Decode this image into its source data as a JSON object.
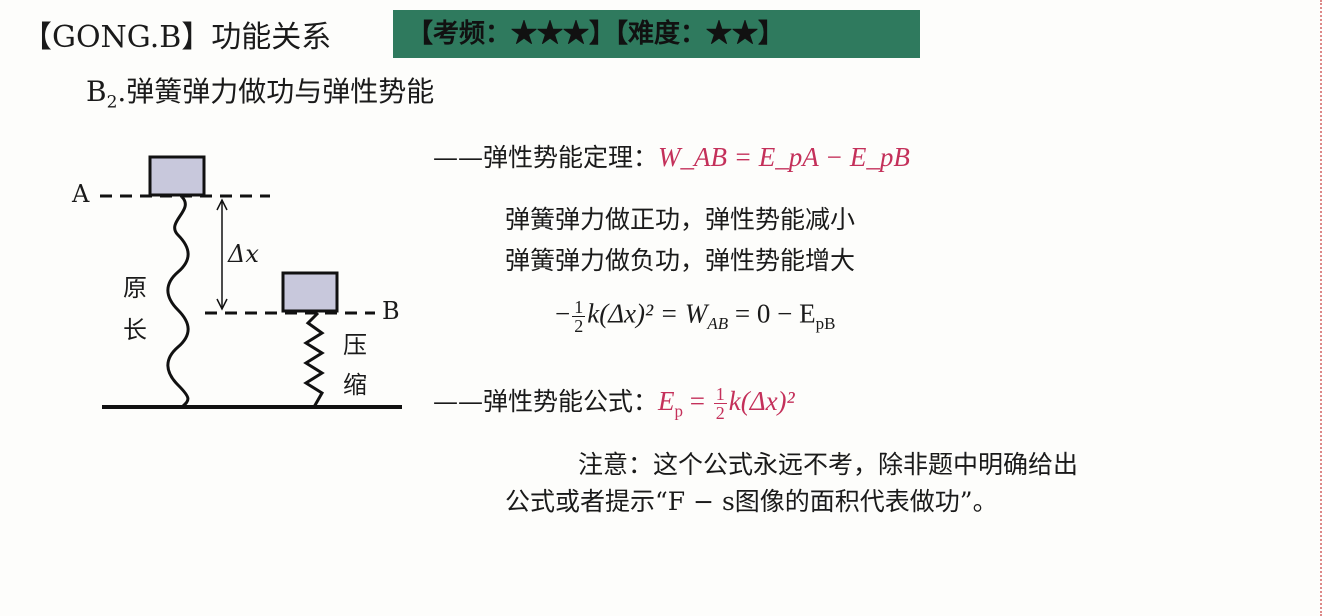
{
  "header": {
    "title": "【GONG.B】功能关系",
    "badge": "【考频：★★★】【难度：★★】"
  },
  "subtitle": {
    "prefix": "B",
    "sub": "2",
    "text": ".弹簧弹力做功与弹性势能"
  },
  "diagram": {
    "label_a": "A",
    "label_b": "B",
    "delta": "Δx",
    "original_length_1": "原",
    "original_length_2": "长",
    "compressed_1": "压",
    "compressed_2": "缩"
  },
  "theorem": {
    "dash": "——",
    "label": "弹性势能定理：",
    "formula": "W_AB = E_pA − E_pB"
  },
  "rules": [
    "弹簧弹力做正功，弹性势能减小",
    "弹簧弹力做负功，弹性势能增大"
  ],
  "derivation": {
    "lhs": "−",
    "frac_num": "1",
    "frac_den": "2",
    "body": "k(Δx)² = W",
    "sub": "AB",
    "rhs": " = 0 − E",
    "rhs_sub": "pB"
  },
  "formula": {
    "dash": "——",
    "label": "弹性势能公式：",
    "lhs": "E",
    "lhs_sub": "p",
    "eq": " = ",
    "frac_num": "1",
    "frac_den": "2",
    "body": "k(Δx)²"
  },
  "note": {
    "line1": "注意：这个公式永远不考，除非题中明确给出",
    "line2": "公式或者提示“F − s图像的面积代表做功”。"
  },
  "colors": {
    "accent": "#c4305a",
    "badge": "#2f7a5e",
    "block": "#c8c8dc"
  }
}
